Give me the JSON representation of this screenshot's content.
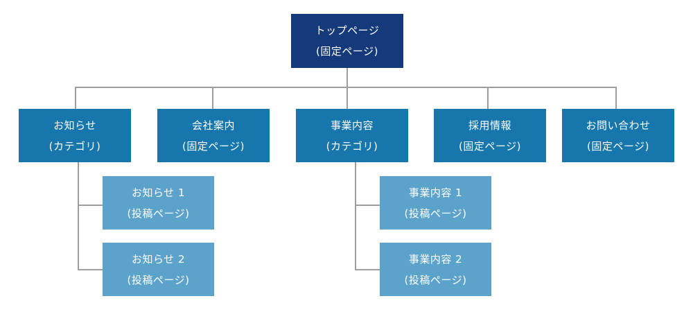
{
  "root": {
    "title": "トップページ",
    "type": "(固定ページ)"
  },
  "sections": [
    {
      "title": "お知らせ",
      "type": "(カテゴリ)",
      "children": [
        {
          "title": "お知らせ 1",
          "type": "(投稿ページ)"
        },
        {
          "title": "お知らせ 2",
          "type": "(投稿ページ)"
        }
      ]
    },
    {
      "title": "会社案内",
      "type": "(固定ページ)"
    },
    {
      "title": "事業内容",
      "type": "(カテゴリ)",
      "children": [
        {
          "title": "事業内容 1",
          "type": "(投稿ページ)"
        },
        {
          "title": "事業内容 2",
          "type": "(投稿ページ)"
        }
      ]
    },
    {
      "title": "採用情報",
      "type": "(固定ページ)"
    },
    {
      "title": "お問い合わせ",
      "type": "(固定ページ)"
    }
  ],
  "colors": {
    "root": "#143a7b",
    "section": "#1777ad",
    "child": "#5ca3cc",
    "connector": "#9e9e9e"
  }
}
